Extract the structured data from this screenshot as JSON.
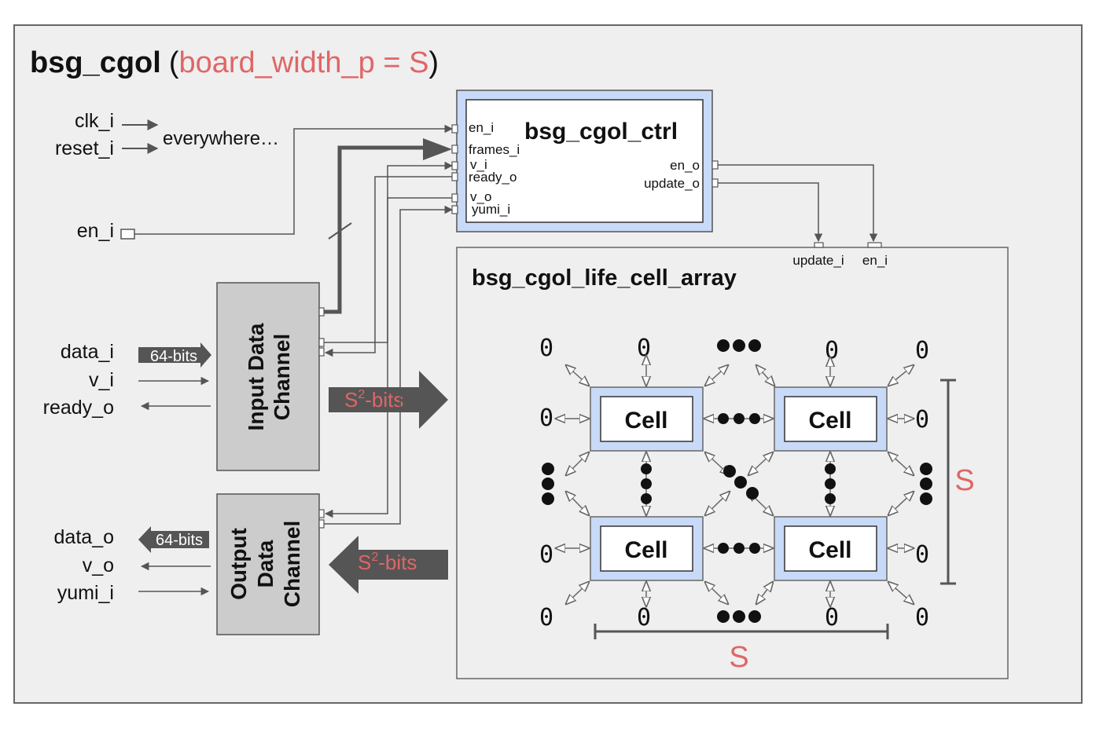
{
  "title": {
    "module": "bsg_cgol",
    "open": "(",
    "param": "board_width_p = S",
    "close": ")"
  },
  "inputs": {
    "clk": "clk_i",
    "reset": "reset_i",
    "everywhere": "everywhere…",
    "en": "en_i"
  },
  "input_channel": {
    "data": "data_i",
    "v": "v_i",
    "ready": "ready_o",
    "width": "64-bits",
    "line1": "Input Data",
    "line2": "Channel"
  },
  "output_channel": {
    "data": "data_o",
    "v": "v_o",
    "yumi": "yumi_i",
    "width": "64-bits",
    "line1": "Output",
    "line2": "Data",
    "line3": "Channel"
  },
  "bus": {
    "base": "S",
    "sup": "2",
    "suffix": "-bits"
  },
  "ctrl": {
    "name": "bsg_cgol_ctrl",
    "ports_in": [
      "en_i",
      "frames_i",
      "v_i",
      "ready_o",
      "v_o",
      "yumi_i"
    ],
    "ports_out": [
      "en_o",
      "update_o"
    ]
  },
  "array": {
    "name": "bsg_cgol_life_cell_array",
    "update_port": "update_i",
    "en_port": "en_i",
    "cell_label": "Cell",
    "zero": "0",
    "size_label": "S"
  },
  "colors": {
    "red": "#e06666",
    "cell_fill": "#c9daf8",
    "dark_arrow": "#555555",
    "channel_fill": "#cccccc",
    "panel_fill": "#efefef"
  }
}
